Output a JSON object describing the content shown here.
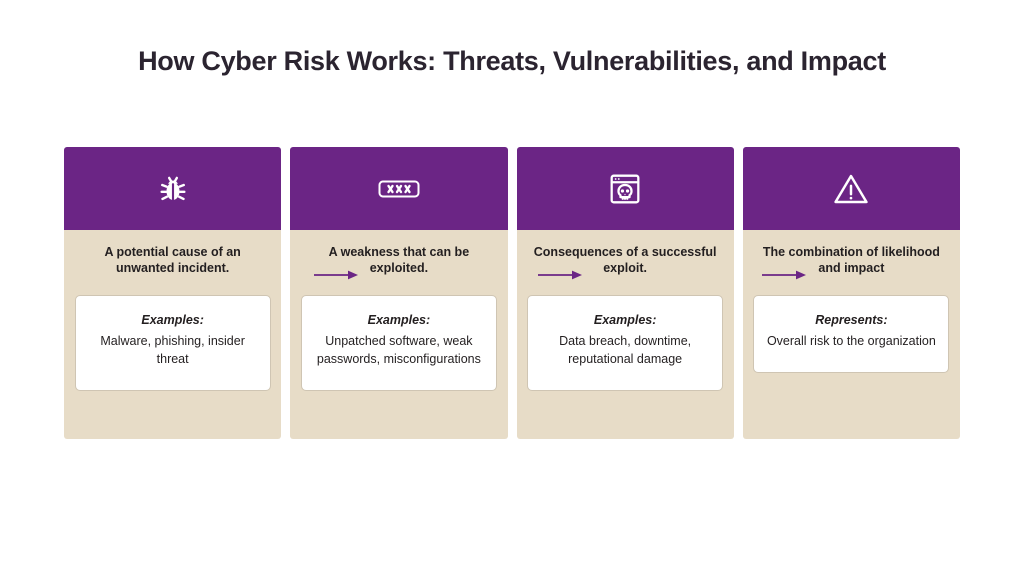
{
  "page": {
    "title": "How Cyber Risk Works: Threats, Vulnerabilities, and Impact",
    "background_color": "#ffffff",
    "accent_purple": "#6b2585",
    "card_body_beige": "#e7dcc7",
    "box_white": "#ffffff",
    "text_color": "#231f20"
  },
  "cards": [
    {
      "icon": "bug-icon",
      "description": "A potential cause of an unwanted incident.",
      "box_label": "Examples:",
      "box_text": "Malware, phishing, insider threat"
    },
    {
      "icon": "password-field-icon",
      "description": "A weakness that can be exploited.",
      "box_label": "Examples:",
      "box_text": "Unpatched software, weak passwords, misconfigurations"
    },
    {
      "icon": "browser-skull-icon",
      "description": "Consequences of a successful exploit.",
      "box_label": "Examples:",
      "box_text": "Data breach, downtime, reputational damage"
    },
    {
      "icon": "warning-triangle-icon",
      "description": "The combination of likelihood and impact",
      "box_label": "Represents:",
      "box_text": "Overall risk to the organization"
    }
  ],
  "connectors": [
    {
      "name": "arrow-1",
      "direction": "right",
      "color": "#6b2585"
    },
    {
      "name": "arrow-2",
      "direction": "right",
      "color": "#6b2585"
    },
    {
      "name": "arrow-3",
      "direction": "right",
      "color": "#6b2585"
    }
  ]
}
